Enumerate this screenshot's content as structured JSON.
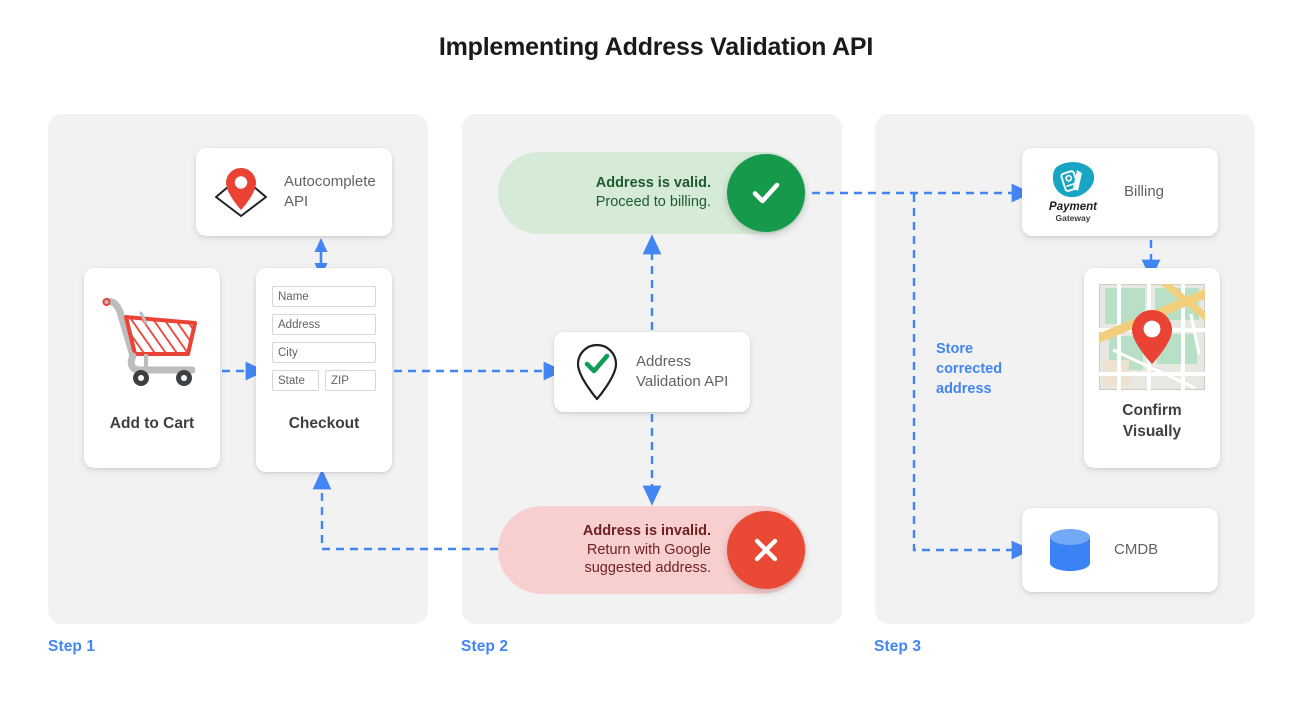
{
  "header": {
    "title": "Implementing Address Validation API"
  },
  "colors": {
    "accent_blue": "#4285f4",
    "valid_green": "#159a4c",
    "valid_pill_bg": "#d6ead8",
    "invalid_red": "#ea4a35",
    "invalid_pill_bg": "#f8cfcf",
    "panel_bg": "#f2f2f2",
    "pin_red": "#ea4335",
    "cmdb_blue": "#3b82f6",
    "payment_teal": "#18a5c4"
  },
  "steps": [
    {
      "label": "Step 1"
    },
    {
      "label": "Step 2"
    },
    {
      "label": "Step 3"
    }
  ],
  "step1": {
    "autocomplete_card": {
      "line1": "Autocomplete",
      "line2": "API",
      "icon": "map-pin-diamond-icon"
    },
    "add_to_cart_card": {
      "label": "Add to Cart",
      "icon": "shopping-cart-icon"
    },
    "checkout_card": {
      "label": "Checkout",
      "fields": [
        {
          "name": "name-field",
          "value": "Name"
        },
        {
          "name": "address-field",
          "value": "Address"
        },
        {
          "name": "city-field",
          "value": "City"
        },
        {
          "name": "state-field",
          "value": "State"
        },
        {
          "name": "zip-field",
          "value": "ZIP"
        }
      ]
    }
  },
  "step2": {
    "valid_pill": {
      "line1": "Address is valid.",
      "line2": "Proceed to billing.",
      "icon": "check-circle-icon"
    },
    "validation_card": {
      "line1": "Address",
      "line2": "Validation API",
      "icon": "map-pin-check-icon"
    },
    "invalid_pill": {
      "line1": "Address is invalid.",
      "line2": "Return with Google",
      "line3": "suggested address.",
      "icon": "x-circle-icon"
    }
  },
  "step3": {
    "billing_card": {
      "label": "Billing",
      "logo_line1": "Payment",
      "logo_line2": "Gateway",
      "icon": "payment-gateway-icon"
    },
    "map_card": {
      "line1": "Confirm",
      "line2": "Visually",
      "icon": "map-thumbnail-icon"
    },
    "cmdb_card": {
      "label": "CMDB",
      "icon": "database-icon"
    },
    "store_note": {
      "line1": "Store",
      "line2": "corrected",
      "line3": "address"
    }
  }
}
